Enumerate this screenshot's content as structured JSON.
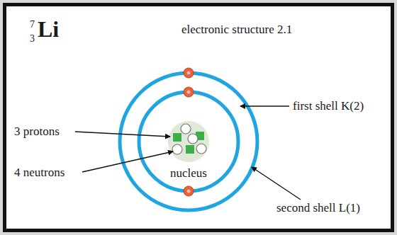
{
  "diagram": {
    "labels": [
      "7",
      "3",
      "Li",
      "electronic structure 2.1",
      "3 protons",
      "4 neutrons",
      "nucleus",
      "first shell K(2)",
      "second shell L(1)"
    ]
  }
}
